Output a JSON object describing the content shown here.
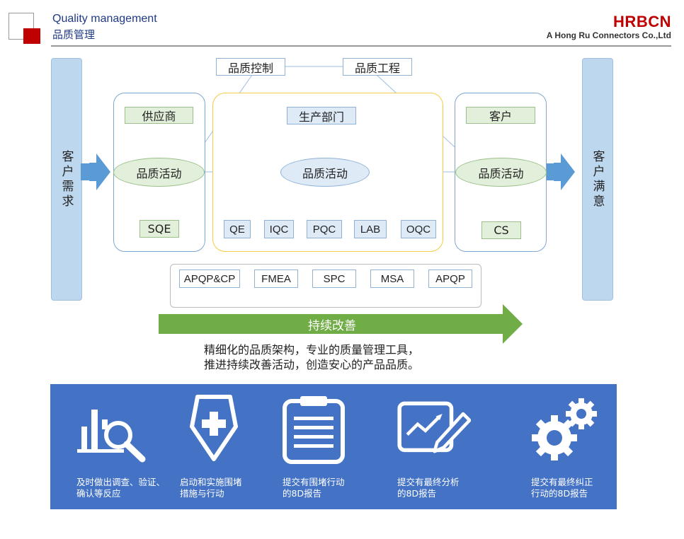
{
  "header": {
    "title_en": "Quality management",
    "title_cn": "品质管理",
    "brand": "HRBCN",
    "brand_sub": "A Hong Ru Connectors Co.,Ltd"
  },
  "diagram": {
    "left_pillar": "客户需求",
    "right_pillar": "客户满意",
    "top_boxes": [
      "品质控制",
      "品质工程"
    ],
    "supplier": {
      "title": "供应商",
      "activity": "品质活动",
      "code": "SQE"
    },
    "production": {
      "title": "生产部门",
      "activity": "品质活动",
      "codes": [
        "QE",
        "IQC",
        "PQC",
        "LAB",
        "OQC"
      ]
    },
    "customer": {
      "title": "客户",
      "activity": "品质活动",
      "code": "CS"
    },
    "tools": [
      "APQP&CP",
      "FMEA",
      "SPC",
      "MSA",
      "APQP"
    ],
    "improve_label": "持续改善",
    "summary_lines": [
      "精细化的品质架构，专业的质量管理工具，",
      "推进持续改善活动，创造安心的产品品质。"
    ]
  },
  "steps": [
    {
      "icon": "bar-chart-magnifier-icon",
      "lines": [
        "及时做出调查、验证、",
        "确认等反应"
      ]
    },
    {
      "icon": "medical-shield-icon",
      "lines": [
        "启动和实施围堵",
        "措施与行动"
      ]
    },
    {
      "icon": "clipboard-report-icon",
      "lines": [
        "提交有围堵行动",
        "的8D报告"
      ]
    },
    {
      "icon": "chart-pen-icon",
      "lines": [
        "提交有最终分析",
        "的8D报告"
      ]
    },
    {
      "icon": "gears-icon",
      "lines": [
        "提交有最终纠正",
        "行动的8D报告"
      ]
    }
  ],
  "colors": {
    "brand_red": "#c00000",
    "title_blue": "#1f3b86",
    "panel_blue": "#4472c4",
    "improve_green": "#70ad47",
    "pillar_blue": "#bdd7ee"
  }
}
